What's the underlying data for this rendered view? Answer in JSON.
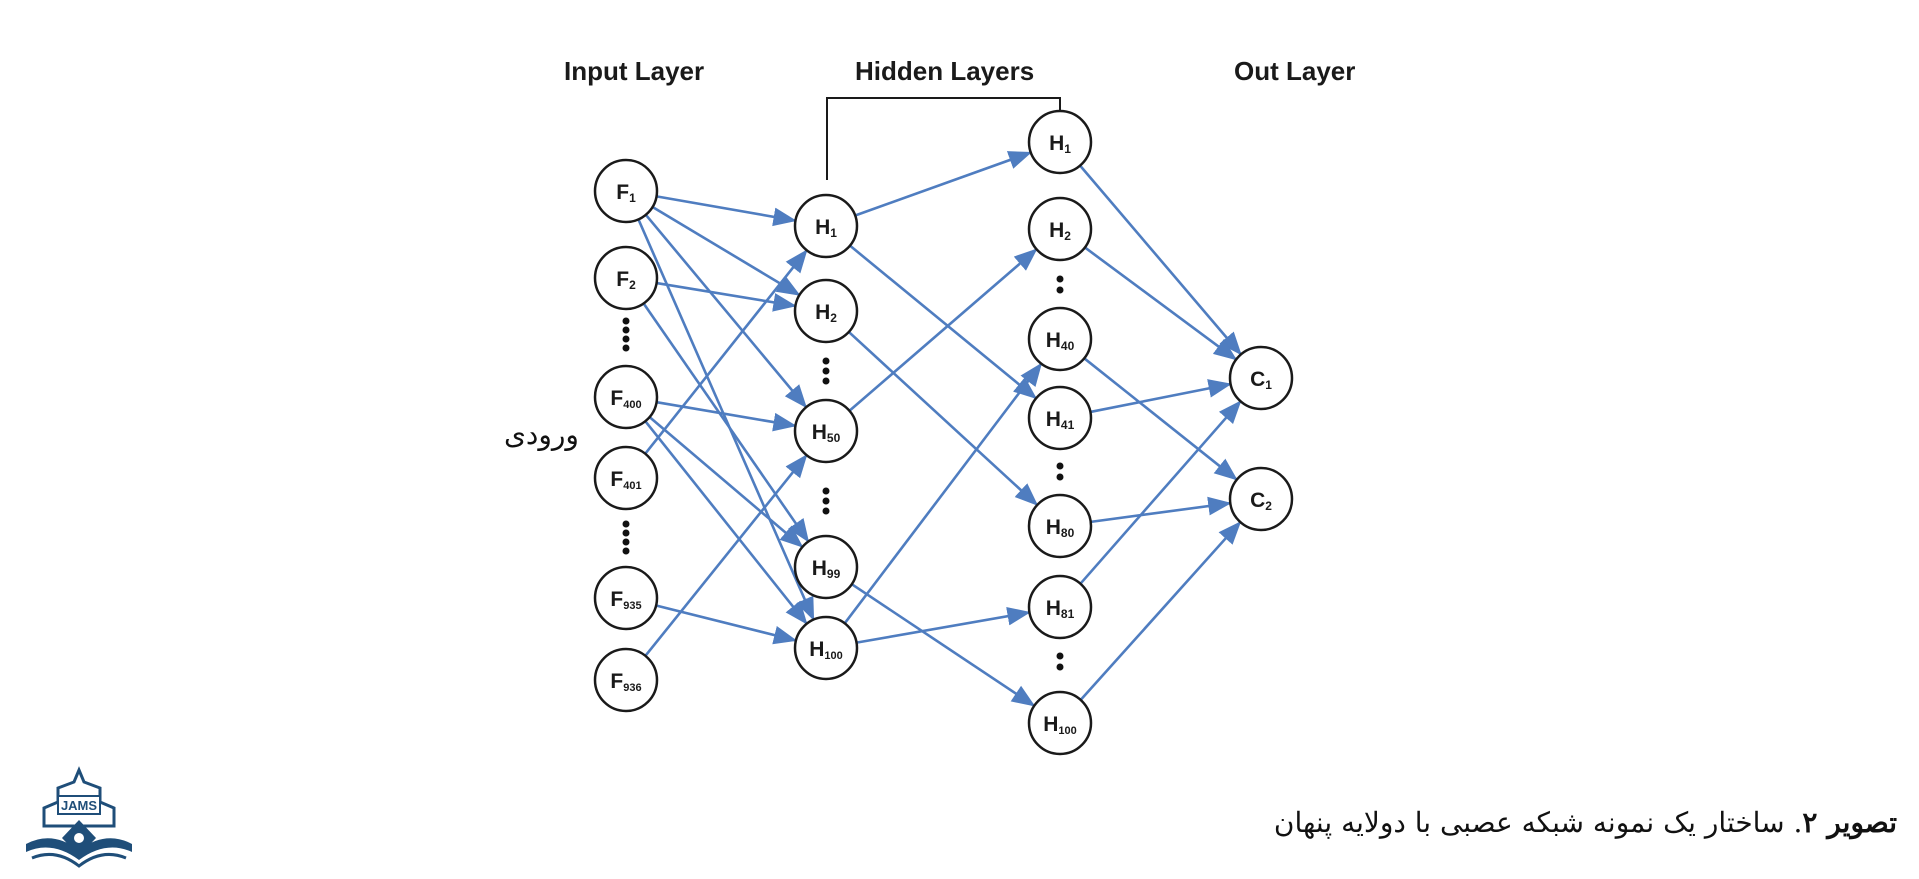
{
  "layer_titles": {
    "input": "Input Layer",
    "hidden": "Hidden Layers",
    "output": "Out Layer"
  },
  "side_label": "ورودی",
  "nodes": {
    "input": [
      {
        "id": "F1",
        "main": "F",
        "sub": "1"
      },
      {
        "id": "F2",
        "main": "F",
        "sub": "2"
      },
      {
        "id": "F400",
        "main": "F",
        "sub": "400"
      },
      {
        "id": "F401",
        "main": "F",
        "sub": "401"
      },
      {
        "id": "F935",
        "main": "F",
        "sub": "935"
      },
      {
        "id": "F936",
        "main": "F",
        "sub": "936"
      }
    ],
    "hidden1": [
      {
        "id": "A1",
        "main": "H",
        "sub": "1"
      },
      {
        "id": "A2",
        "main": "H",
        "sub": "2"
      },
      {
        "id": "A50",
        "main": "H",
        "sub": "50"
      },
      {
        "id": "A99",
        "main": "H",
        "sub": "99"
      },
      {
        "id": "A100",
        "main": "H",
        "sub": "100"
      }
    ],
    "hidden2": [
      {
        "id": "B1",
        "main": "H",
        "sub": "1"
      },
      {
        "id": "B2",
        "main": "H",
        "sub": "2"
      },
      {
        "id": "B40",
        "main": "H",
        "sub": "40"
      },
      {
        "id": "B41",
        "main": "H",
        "sub": "41"
      },
      {
        "id": "B80",
        "main": "H",
        "sub": "80"
      },
      {
        "id": "B81",
        "main": "H",
        "sub": "81"
      },
      {
        "id": "B100",
        "main": "H",
        "sub": "100"
      }
    ],
    "output": [
      {
        "id": "C1",
        "main": "C",
        "sub": "1"
      },
      {
        "id": "C2",
        "main": "C",
        "sub": "2"
      }
    ]
  },
  "edges": [
    [
      "F1",
      "A1"
    ],
    [
      "F1",
      "A2"
    ],
    [
      "F1",
      "A50"
    ],
    [
      "F1",
      "A100"
    ],
    [
      "F2",
      "A2"
    ],
    [
      "F2",
      "A99"
    ],
    [
      "F400",
      "A50"
    ],
    [
      "F400",
      "A99"
    ],
    [
      "F400",
      "A100"
    ],
    [
      "F401",
      "A1"
    ],
    [
      "F935",
      "A100"
    ],
    [
      "F936",
      "A50"
    ],
    [
      "A1",
      "B1"
    ],
    [
      "A1",
      "B41"
    ],
    [
      "A2",
      "B80"
    ],
    [
      "A50",
      "B2"
    ],
    [
      "A99",
      "B100"
    ],
    [
      "A100",
      "B40"
    ],
    [
      "A100",
      "B81"
    ],
    [
      "B1",
      "C1"
    ],
    [
      "B2",
      "C1"
    ],
    [
      "B41",
      "C1"
    ],
    [
      "B81",
      "C1"
    ],
    [
      "B40",
      "C2"
    ],
    [
      "B80",
      "C2"
    ],
    [
      "B100",
      "C2"
    ]
  ],
  "caption": {
    "bold": "تصویر ۲",
    "text": ". ساختار یک نمونه شبکه عصبی با دولایه پنهان"
  },
  "logo_text": "JAMS",
  "colors": {
    "edge": "#4f7dc0",
    "node_stroke": "#1a1a1a",
    "logo": "#1f4e79"
  }
}
